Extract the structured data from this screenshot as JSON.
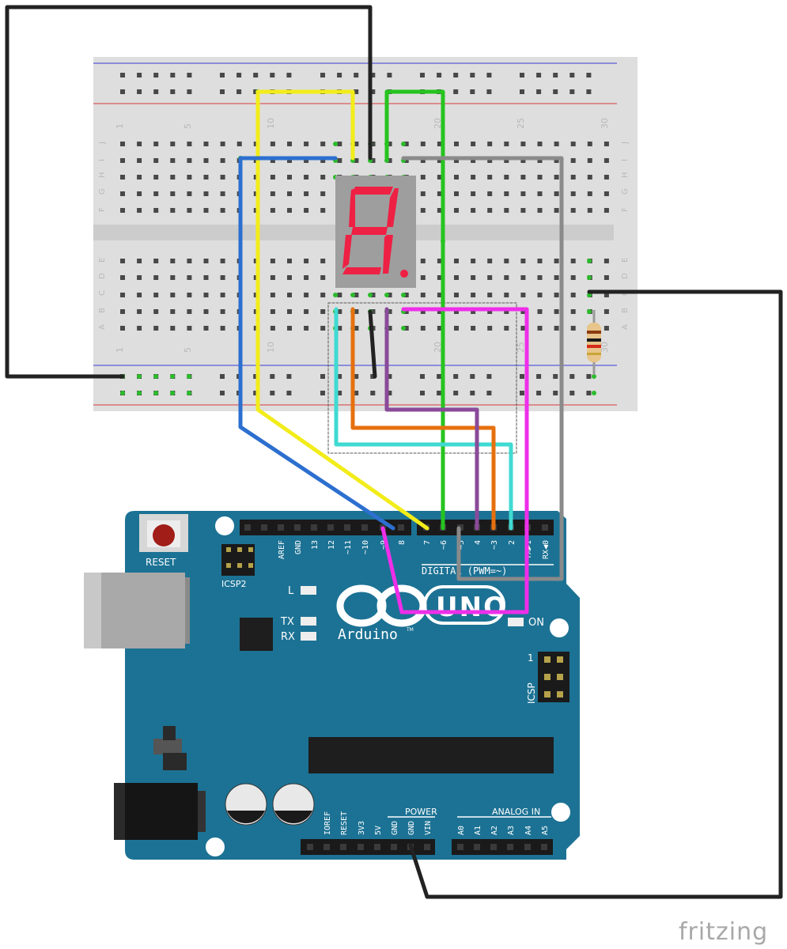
{
  "breadboard": {
    "top_numbers": [
      "1",
      "5",
      "10",
      "20",
      "25",
      "30"
    ],
    "bottom_numbers": [
      "1",
      "5",
      "10",
      "20",
      "25",
      "30"
    ],
    "row_letters_top": [
      "J",
      "I",
      "H",
      "G",
      "F"
    ],
    "row_letters_bottom": [
      "E",
      "D",
      "C",
      "B",
      "A"
    ]
  },
  "arduino": {
    "reset_label": "RESET",
    "icsp2_label": "ICSP2",
    "icsp_label": "ICSP",
    "icsp_pin1": "1",
    "digital_header_labels": [
      "AREF",
      "GND",
      "13",
      "12",
      "~11",
      "~10",
      "~9",
      "8",
      "7",
      "~6",
      "~5",
      "4",
      "~3",
      "2",
      "TX▶1",
      "RX◀0"
    ],
    "digital_label": "DIGITAL (PWM=~)",
    "led_l": "L",
    "led_tx": "TX",
    "led_rx": "RX",
    "led_on": "ON",
    "brand": "Arduino",
    "trademark": "TM",
    "model": "UNO",
    "power_header_labels": [
      "IOREF",
      "RESET",
      "3V3",
      "5V",
      "GND",
      "GND",
      "VIN"
    ],
    "power_label": "POWER",
    "analog_header_labels": [
      "A0",
      "A1",
      "A2",
      "A3",
      "A4",
      "A5"
    ],
    "analog_label": "ANALOG IN"
  },
  "display": {
    "digit": "8."
  },
  "colors": {
    "board": "#1c7294",
    "breadboard": "#dedede",
    "segment": "#ee2044",
    "wire_black": "#222222",
    "wire_yellow": "#f2ec1a",
    "wire_green": "#26c41f",
    "wire_blue": "#2c6fcf",
    "wire_gray": "#8a8a8a",
    "wire_magenta": "#ee2ee9",
    "wire_cyan": "#3fdad2",
    "wire_orange": "#e6700e",
    "wire_purple": "#8a4a9a"
  },
  "watermark": "fritzing"
}
